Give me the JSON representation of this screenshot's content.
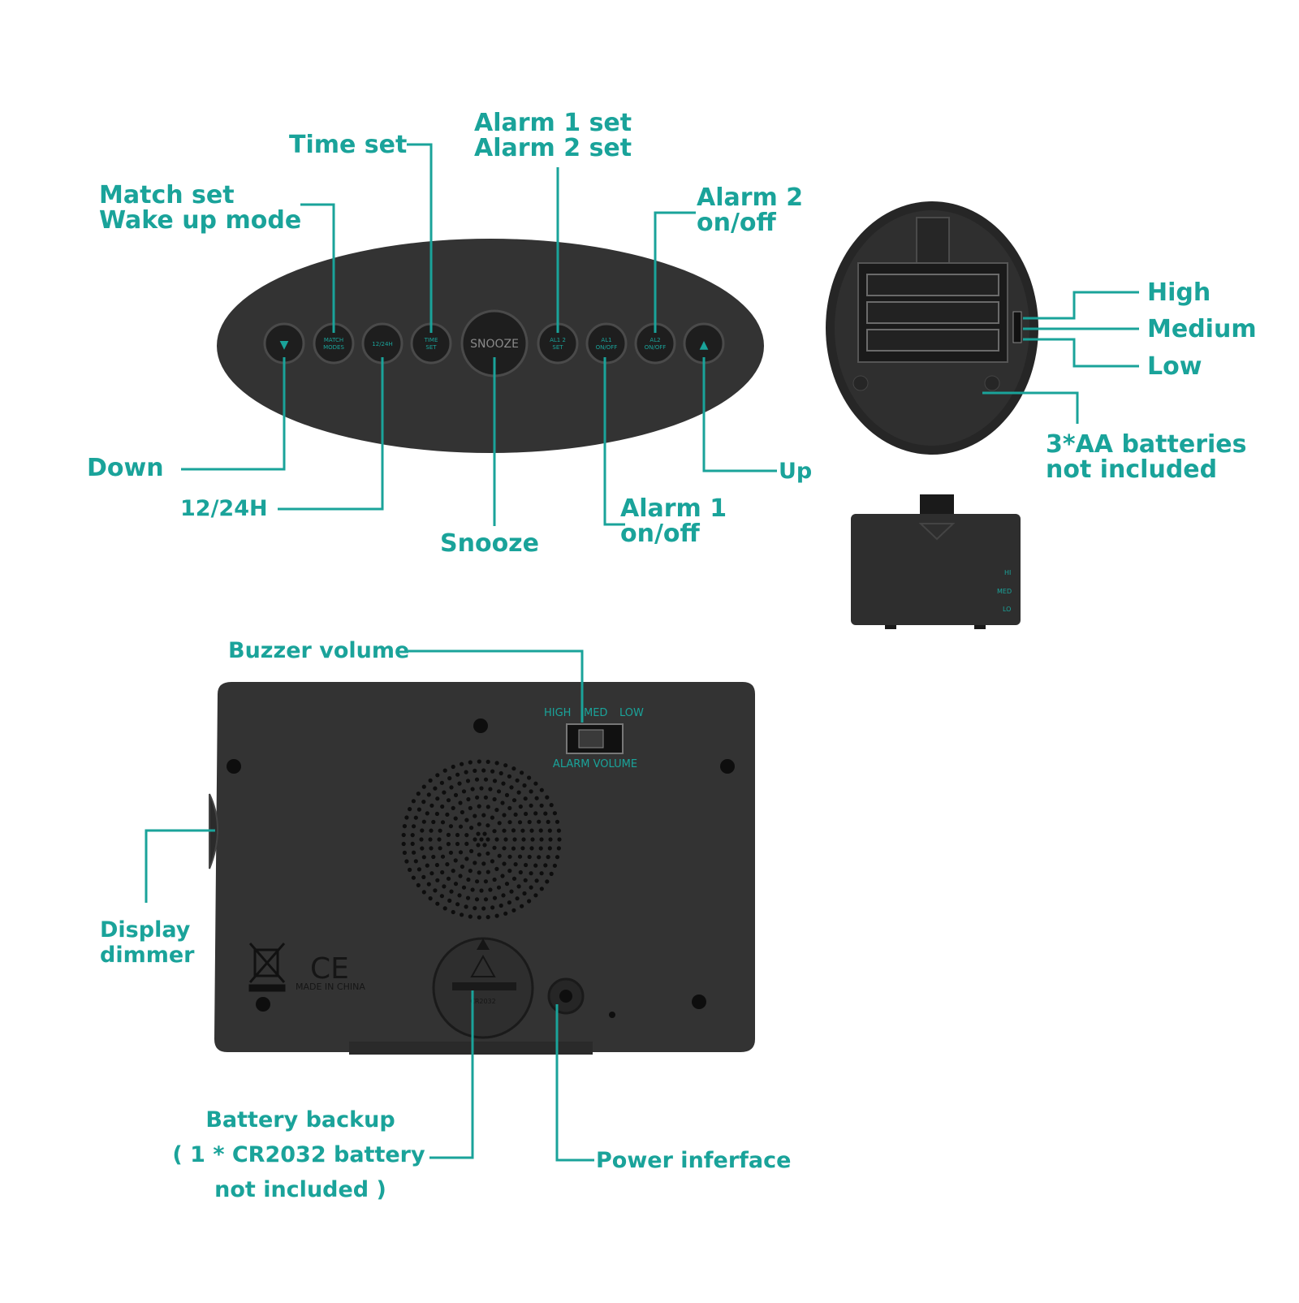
{
  "colors": {
    "accent": "#1aa39a",
    "device": "#333333",
    "device_dark": "#1e1e1e",
    "background": "#ffffff"
  },
  "callouts": {
    "time_set": "Time set",
    "alarm_set_1": "Alarm 1 set",
    "alarm_set_2": "Alarm 2 set",
    "match_set": "Match set",
    "wake_up_mode": "Wake up mode",
    "alarm2_line1": "Alarm 2",
    "alarm2_line2": "on/off",
    "down": "Down",
    "h1224": "12/24H",
    "snooze": "Snooze",
    "alarm1_line1": "Alarm 1",
    "alarm1_line2": "on/off",
    "up": "Up",
    "high": "High",
    "medium": "Medium",
    "low": "Low",
    "batteries_line1": "3*AA batteries",
    "batteries_line2": "not included",
    "buzzer_volume": "Buzzer volume",
    "display_line1": "Display",
    "display_line2": "dimmer",
    "backup_line1": "Battery backup",
    "backup_line2": "( 1 * CR2032 battery",
    "backup_line3": "not included )",
    "power": "Power inferface"
  },
  "buttons": {
    "down_icon": "▼",
    "match_line1": "MATCH",
    "match_line2": "MODES",
    "h1224": "12/24H",
    "time_line1": "TIME",
    "time_line2": "SET",
    "snooze": "SNOOZE",
    "al12_line1": "AL1 2",
    "al12_line2": "SET",
    "al1_line1": "AL1",
    "al1_line2": "ON/OFF",
    "al2_line1": "AL2",
    "al2_line2": "ON/OFF",
    "up_icon": "▲"
  },
  "back_panel": {
    "high": "HIGH",
    "med": "MED",
    "low": "LOW",
    "alarm_volume": "ALARM VOLUME",
    "ce_mark": "CE",
    "made_in": "MADE IN CHINA",
    "cr2032": "CR2032"
  },
  "battery_cover": {
    "hi": "HI",
    "med": "MED",
    "lo": "LO"
  },
  "icons": [
    "triangle-down-icon",
    "triangle-up-icon",
    "warning-icon",
    "weee-bin-icon",
    "ce-mark-icon",
    "speaker-grille-icon"
  ]
}
